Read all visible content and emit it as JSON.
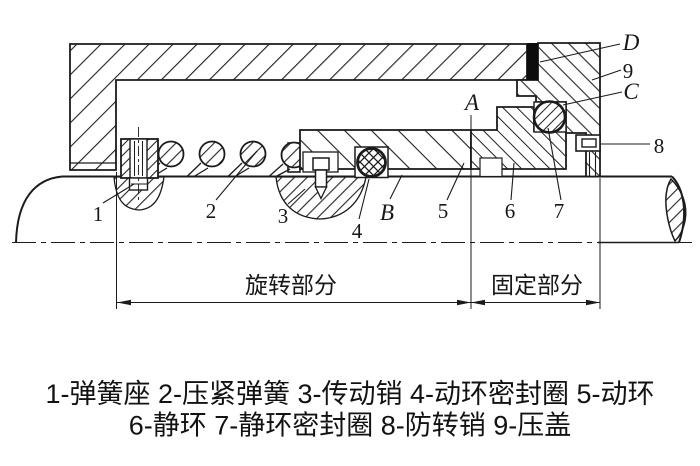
{
  "diagram": {
    "part_markers": {
      "p1": "1",
      "p2": "2",
      "p3": "3",
      "p4": "4",
      "p5": "5",
      "p6": "6",
      "p7": "7",
      "p8": "8",
      "p9": "9"
    },
    "ref_letters": {
      "a": "A",
      "b": "B",
      "c": "C",
      "d": "D"
    },
    "zones": {
      "rotating": "旋转部分",
      "fixed": "固定部分"
    },
    "caption": {
      "line1": "1-弹簧座 2-压紧弹簧 3-传动销 4-动环密封圈 5-动环",
      "line2": "6-静环 7-静环密封圈 8-防转销 9-压盖"
    },
    "legend": [
      {
        "num": "1",
        "name": "弹簧座"
      },
      {
        "num": "2",
        "name": "压紧弹簧"
      },
      {
        "num": "3",
        "name": "传动销"
      },
      {
        "num": "4",
        "name": "动环密封圈"
      },
      {
        "num": "5",
        "name": "动环"
      },
      {
        "num": "6",
        "name": "静环"
      },
      {
        "num": "7",
        "name": "静环密封圈"
      },
      {
        "num": "8",
        "name": "防转销"
      },
      {
        "num": "9",
        "name": "压盖"
      }
    ],
    "colors": {
      "line": "#1b1b1b",
      "background": "#ffffff",
      "gasket_fill": "#0d0d0d"
    }
  }
}
